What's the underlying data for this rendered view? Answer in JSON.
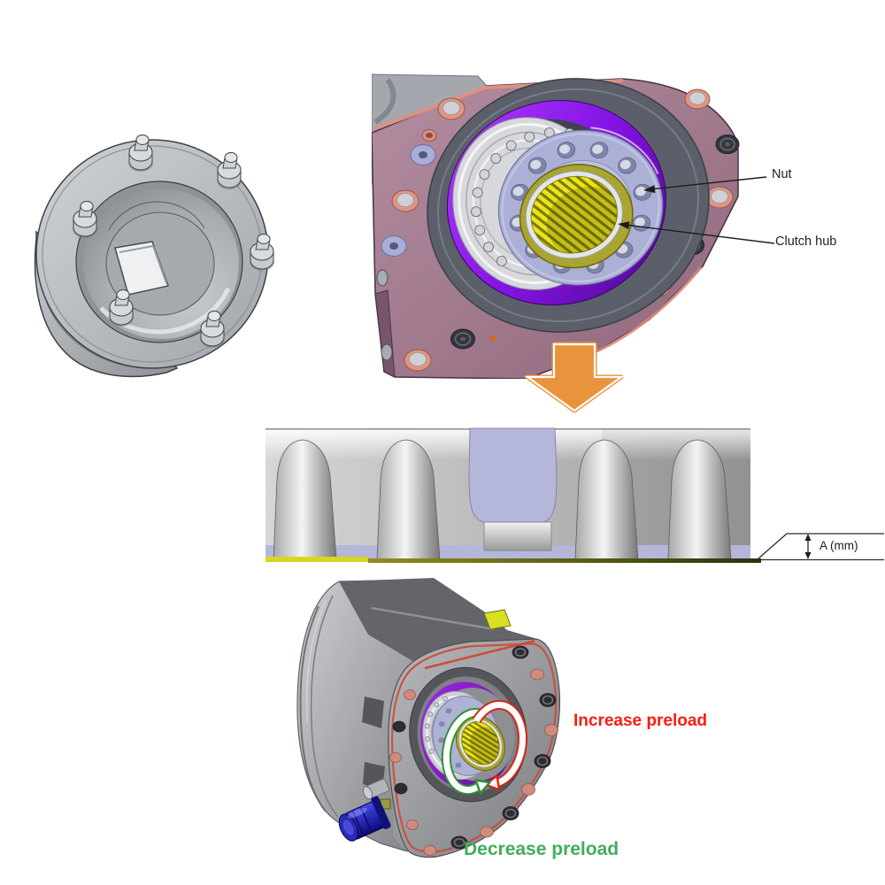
{
  "page": {
    "background": "#ffffff"
  },
  "annotations": {
    "nut_label": "Nut",
    "clutch_hub_label": "Clutch hub",
    "gap_dimension_label": "A (mm)",
    "increase_preload_label": "Increase preload",
    "decrease_preload_label": "Decrease preload"
  },
  "colors": {
    "increase_text": "#fb1c10",
    "decrease_text": "#42ad5a",
    "flow_arrow_orange": "#e8943d",
    "cw_arrow_red": "#d42715",
    "ccw_arrow_green": "#2f9135",
    "purple_ring": "#8414e4",
    "clutch_hub_yellow": "#e9e51a",
    "nut_lavender": "#acb0d6",
    "housing_mauve": "#a87f93",
    "gasket_salmon": "#de9181",
    "plug_blue": "#2020c8",
    "annotation_ink": "#1d1d1d"
  },
  "icons": {
    "flow_arrow": "block-arrow-down",
    "cw_rotation": "curved-arrow-clockwise",
    "ccw_rotation": "curved-arrow-counterclockwise",
    "gap_dimension": "vertical-double-headed-arrow",
    "leaders": "leader-line-with-arrowhead"
  }
}
